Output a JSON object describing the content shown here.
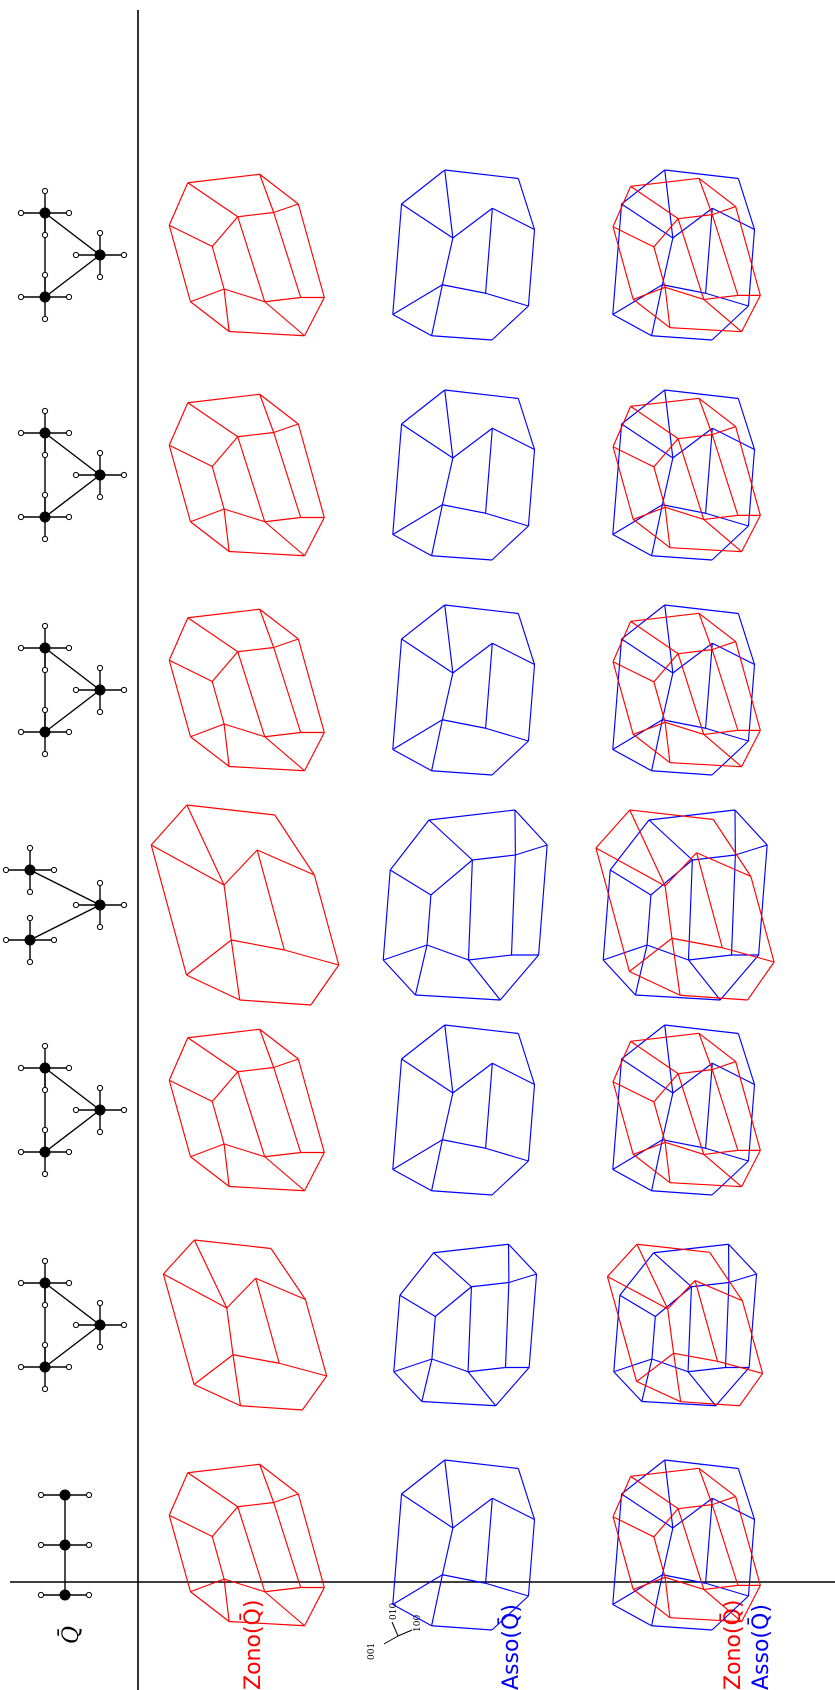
{
  "header": {
    "quiver_symbol": "Q̄",
    "zono_label": "Zono(Q̄)",
    "asso_label": "Asso(Q̄)",
    "overlay_zono_label": "Zono(Q̄)",
    "overlay_asso_label": "Asso(Q̄)",
    "axis_labels": [
      "001",
      "010",
      "100"
    ]
  },
  "colors": {
    "zono": "#ff0000",
    "asso": "#0000ff",
    "overlap": "#6600aa",
    "rule": "#000000"
  },
  "columns": [
    {
      "id": "col-1",
      "quiver": "linear-type-A3"
    },
    {
      "id": "col-2",
      "quiver": "path-with-two-branches"
    },
    {
      "id": "col-3",
      "quiver": "oriented-triangle"
    },
    {
      "id": "col-4",
      "quiver": "zigzag-path"
    },
    {
      "id": "col-5",
      "quiver": "oriented-triangle-variant"
    },
    {
      "id": "col-6",
      "quiver": "oriented-triangle-variant"
    },
    {
      "id": "col-7",
      "quiver": "oriented-triangle-variant"
    }
  ]
}
